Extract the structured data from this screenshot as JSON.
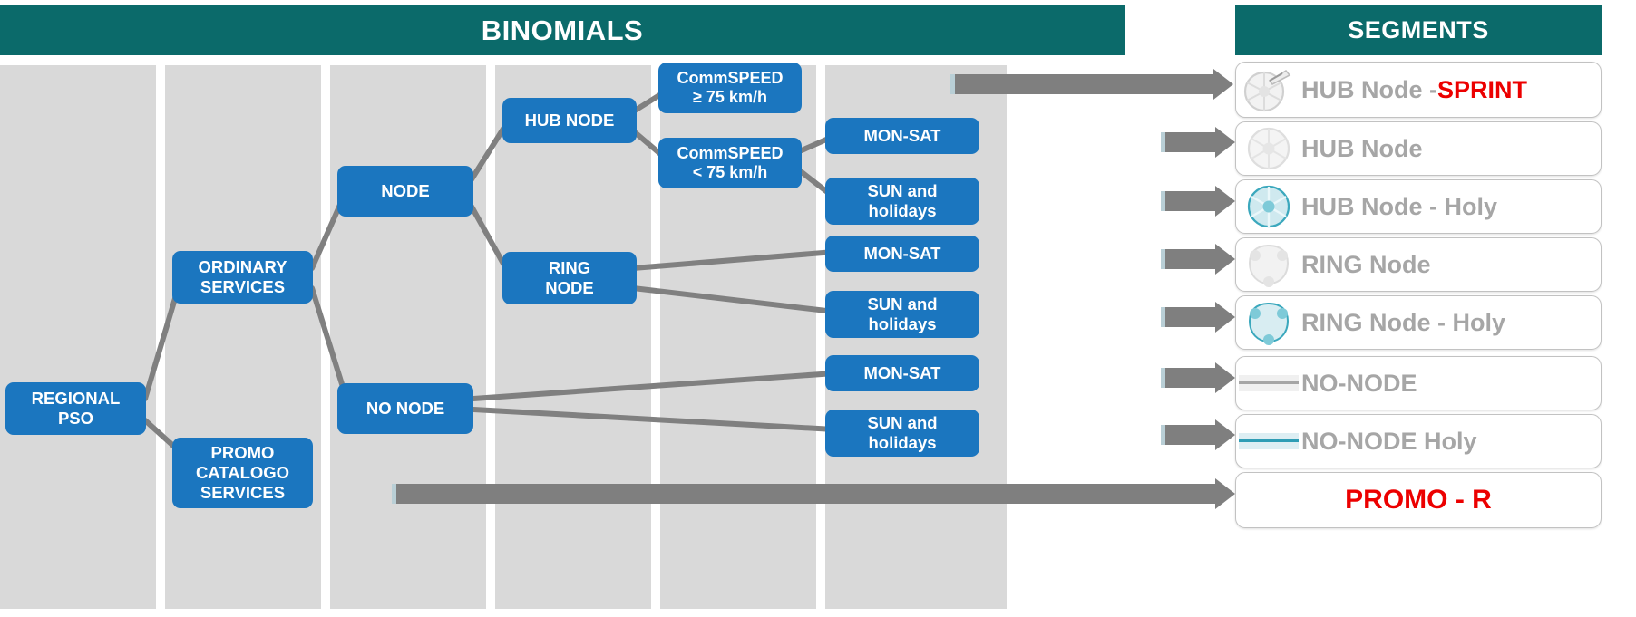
{
  "panels": {
    "binomials": {
      "title": "BINOMIALS",
      "header_color": "#0b6a6a"
    },
    "segments": {
      "title": "SEGMENTS",
      "header_color": "#0b6a6a"
    }
  },
  "colors": {
    "node_blue": "#1b76bf",
    "band_grey": "#d9d9d9",
    "arrow_grey": "#7f7f7f",
    "label_grey": "#a6a6a6",
    "accent_red": "#ec0000",
    "holy_teal": "#2f9db5"
  },
  "tree": {
    "level1": [
      {
        "id": "regional-pso",
        "label": "REGIONAL\nPSO",
        "line1": "REGIONAL",
        "line2": "PSO"
      }
    ],
    "level2": [
      {
        "id": "ordinary-services",
        "line1": "ORDINARY",
        "line2": "SERVICES"
      },
      {
        "id": "promo-catalogo-services",
        "line1": "PROMO",
        "line2": "CATALOGO",
        "line3": "SERVICES"
      }
    ],
    "level3": [
      {
        "id": "node",
        "label": "NODE"
      },
      {
        "id": "no-node",
        "label": "NO NODE"
      }
    ],
    "level4": [
      {
        "id": "hub-node",
        "label": "HUB NODE"
      },
      {
        "id": "ring-node",
        "line1": "RING",
        "line2": "NODE"
      }
    ],
    "level5": [
      {
        "id": "commspeed-ge",
        "line1": "CommSPEED",
        "line2": "≥ 75 km/h"
      },
      {
        "id": "commspeed-lt",
        "line1": "CommSPEED",
        "line2": "< 75 km/h"
      }
    ],
    "level6": [
      {
        "id": "mon-sat-hub",
        "label": "MON-SAT"
      },
      {
        "id": "sun-hol-hub",
        "line1": "SUN and",
        "line2": "holidays"
      },
      {
        "id": "mon-sat-ring",
        "label": "MON-SAT"
      },
      {
        "id": "sun-hol-ring",
        "line1": "SUN and",
        "line2": "holidays"
      },
      {
        "id": "mon-sat-nonode",
        "label": "MON-SAT"
      },
      {
        "id": "sun-hol-nonode",
        "line1": "SUN and",
        "line2": "holidays"
      }
    ]
  },
  "segments": [
    {
      "id": "hub-node-sprint",
      "icon": "hub-wheel-sprint-icon",
      "text": "HUB Node -",
      "suffix": "SPRINT",
      "suffix_color": "#ec0000",
      "icon_style": "grey"
    },
    {
      "id": "hub-node",
      "icon": "hub-wheel-icon",
      "text": "HUB Node",
      "suffix": "",
      "icon_style": "grey"
    },
    {
      "id": "hub-node-holy",
      "icon": "hub-wheel-holy-icon",
      "text": "HUB Node -  Holy",
      "suffix": "",
      "icon_style": "teal"
    },
    {
      "id": "ring-node",
      "icon": "ring-node-icon",
      "text": "RING Node",
      "suffix": "",
      "icon_style": "grey"
    },
    {
      "id": "ring-node-holy",
      "icon": "ring-node-holy-icon",
      "text": "RING Node - Holy",
      "suffix": "",
      "icon_style": "teal"
    },
    {
      "id": "no-node",
      "icon": "line-segment-icon",
      "text": "NO-NODE",
      "suffix": "",
      "icon_style": "grey"
    },
    {
      "id": "no-node-holy",
      "icon": "line-segment-holy-icon",
      "text": "NO-NODE Holy",
      "suffix": "",
      "icon_style": "teal"
    },
    {
      "id": "promo-r",
      "icon": "none",
      "text": "PROMO - R",
      "suffix": "",
      "icon_style": "none"
    }
  ]
}
